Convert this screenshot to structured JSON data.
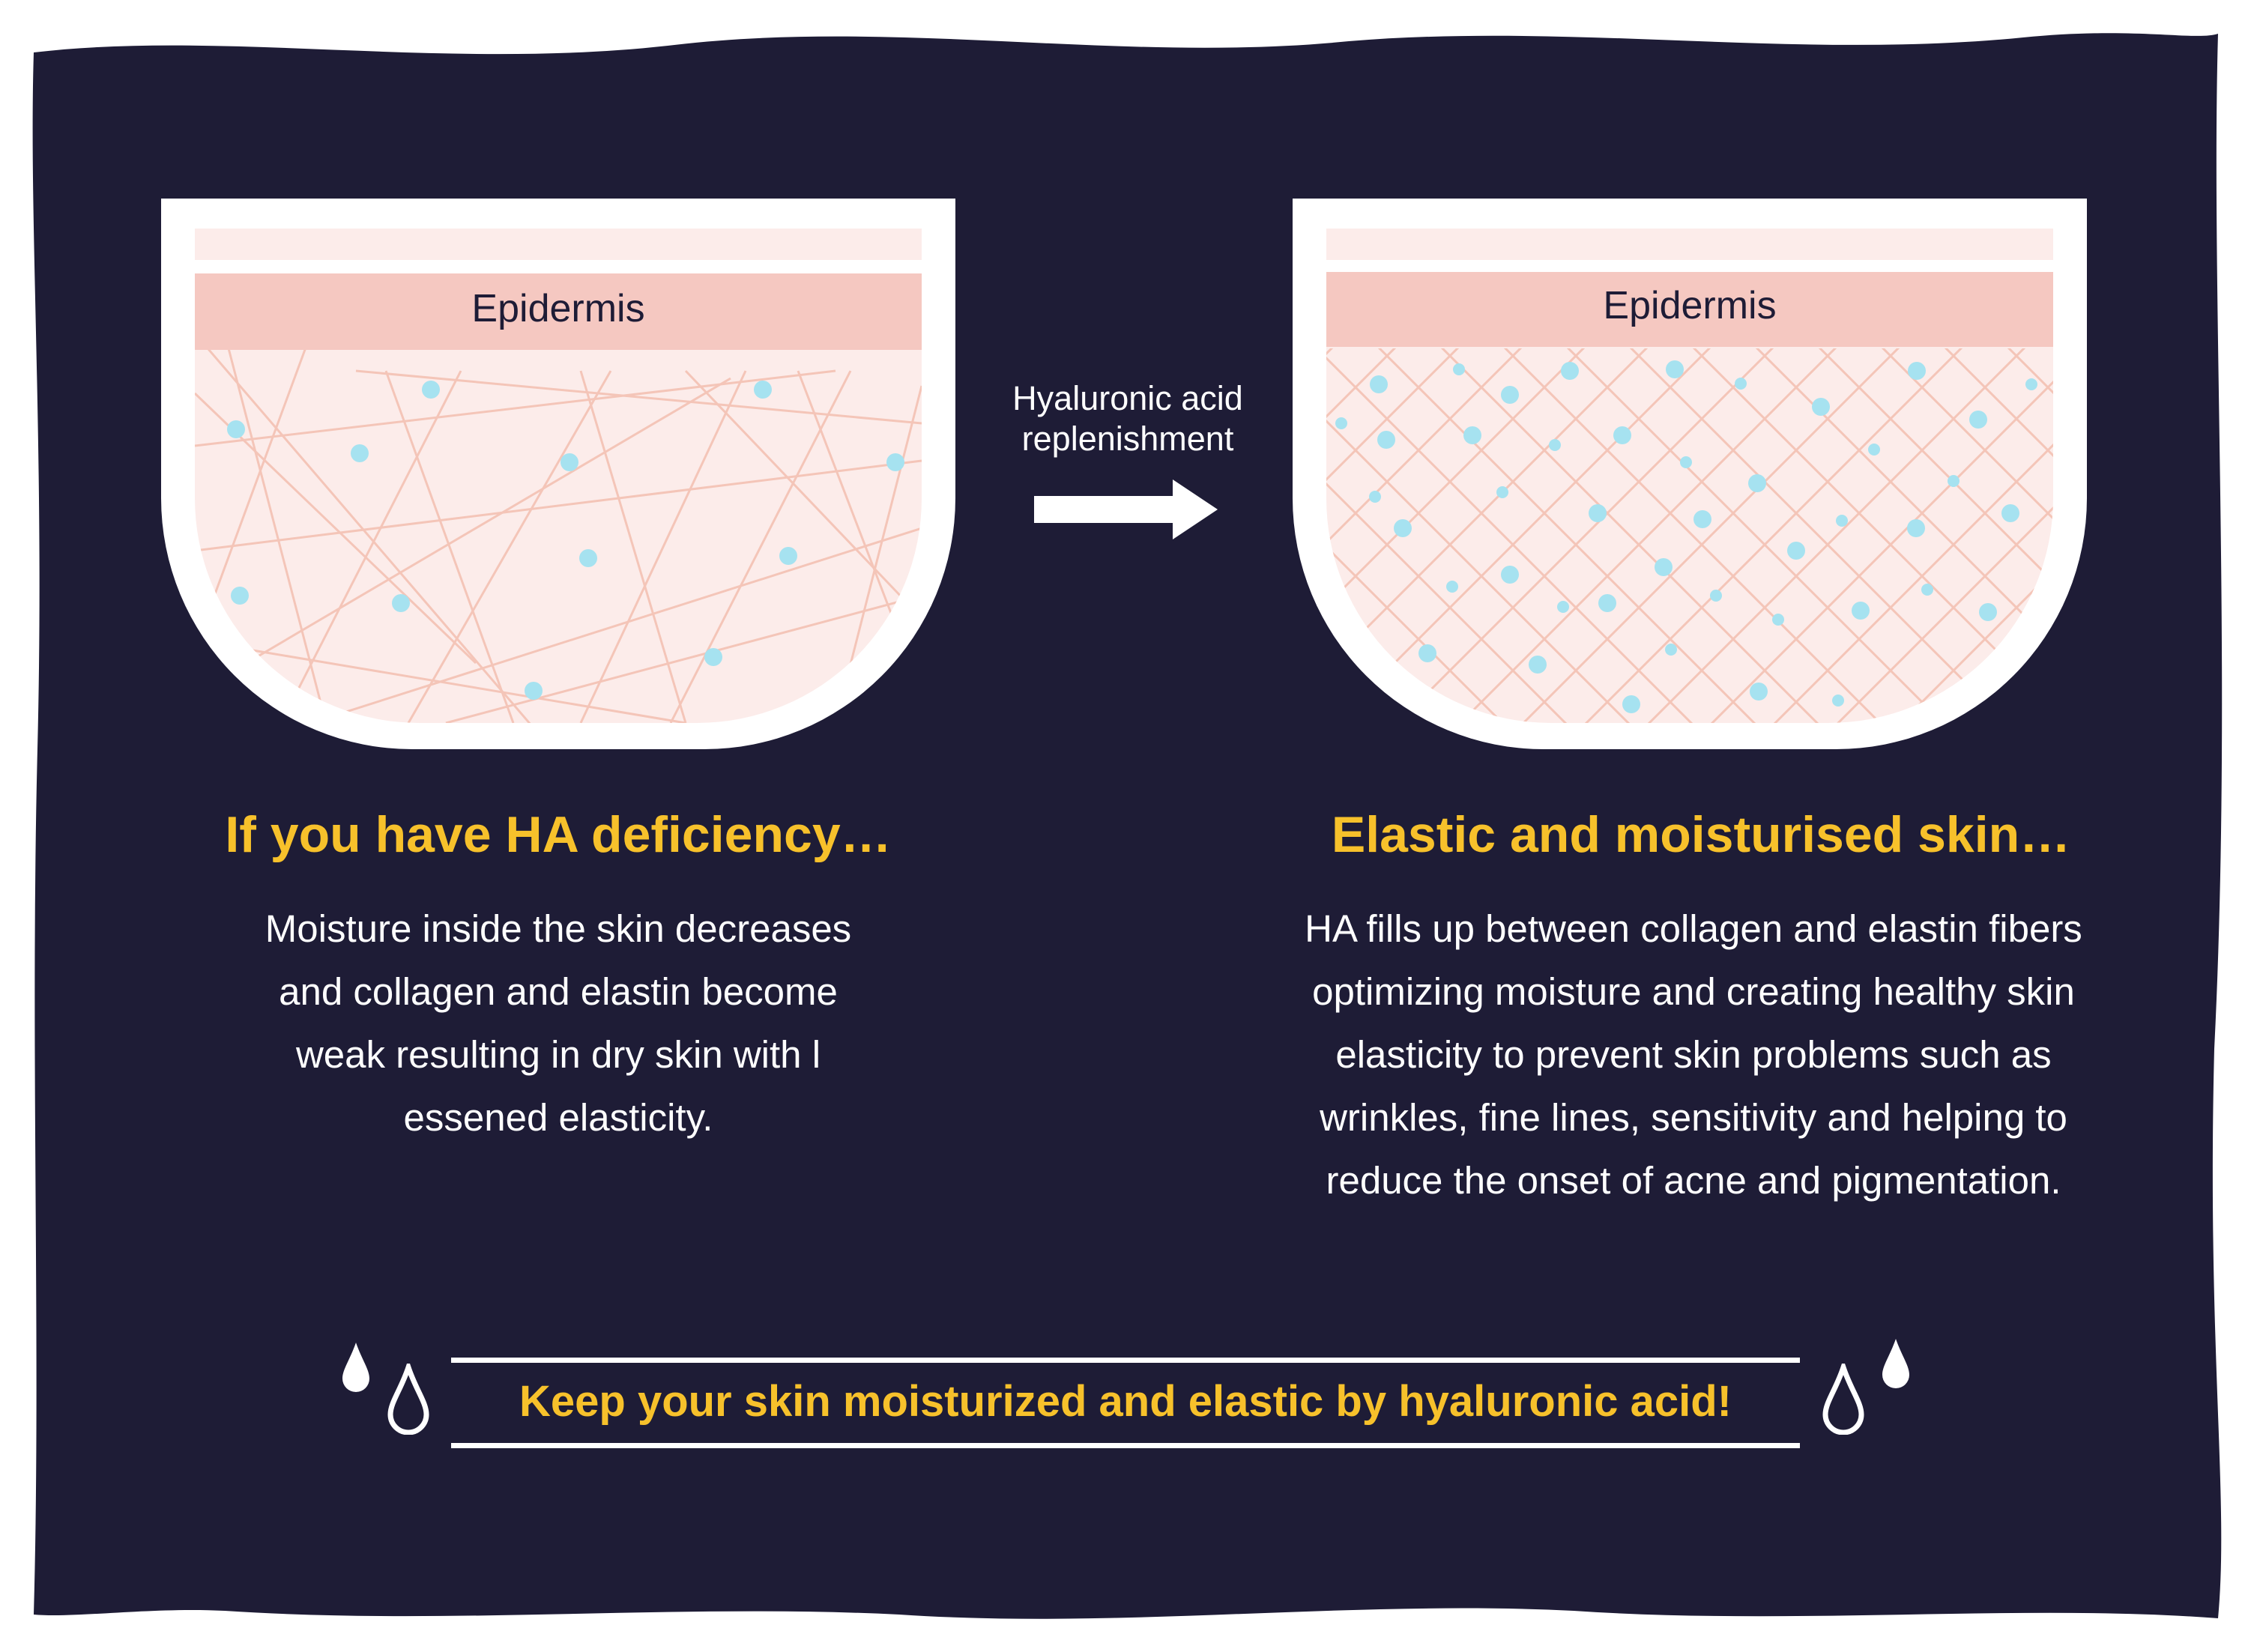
{
  "left_panel": {
    "layer_label": "Epidermis",
    "heading": "If you have HA deficiency…",
    "body": "Moisture inside the skin decreases\nand collagen and elastin become\nweak resulting in dry skin with l\nessened elasticity."
  },
  "arrow": {
    "label": "Hyaluronic acid\nreplenishment"
  },
  "right_panel": {
    "layer_label": "Epidermis",
    "heading": "Elastic and moisturised skin…",
    "body": "HA fills up between collagen and elastin fibers\noptimizing moisture and creating healthy skin\nelasticity to prevent skin problems such as\nwrinkles, fine lines, sensitivity and helping to\nreduce the onset of acne and pigmentation."
  },
  "banner": {
    "tagline": "Keep your skin moisturized and elastic by hyaluronic acid!"
  },
  "colors": {
    "background": "#1e1c36",
    "accent": "#f7c12b",
    "epidermis": "#f5c8c1",
    "dermis": "#fcecea",
    "fiber": "#f4c5b8",
    "droplet": "#a6e2f0"
  }
}
